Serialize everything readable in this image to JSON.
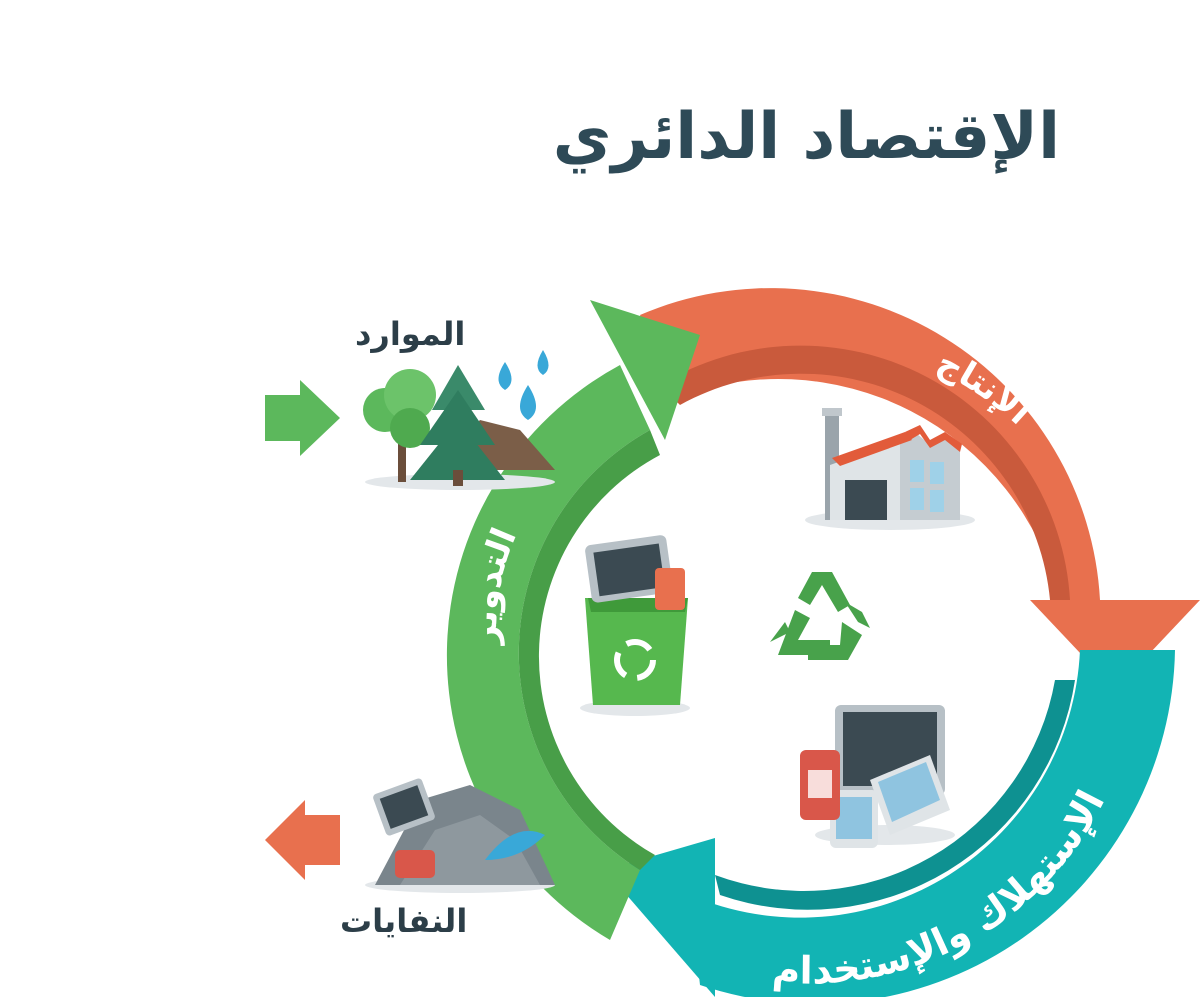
{
  "title": "الإقتصاد الدائري",
  "stages": {
    "production": "الإنتاج",
    "consumption": "الإستهلاك والإستخدام",
    "recycling": "التدوير"
  },
  "labels": {
    "resources": "الموارد",
    "waste": "النفايات"
  },
  "colors": {
    "production": "#e8704e",
    "production_dark": "#c95a3c",
    "consumption": "#12b4b4",
    "consumption_dark": "#0e9191",
    "recycling": "#5cb85c",
    "recycling_dark": "#489e48",
    "title": "#2e4a57"
  },
  "icons": [
    "factory-icon",
    "devices-icon",
    "recycle-bin-icon",
    "recycle-symbol-icon",
    "trees-icon",
    "water-drops-icon",
    "waste-pile-icon",
    "arrow-in-icon",
    "arrow-out-icon"
  ]
}
